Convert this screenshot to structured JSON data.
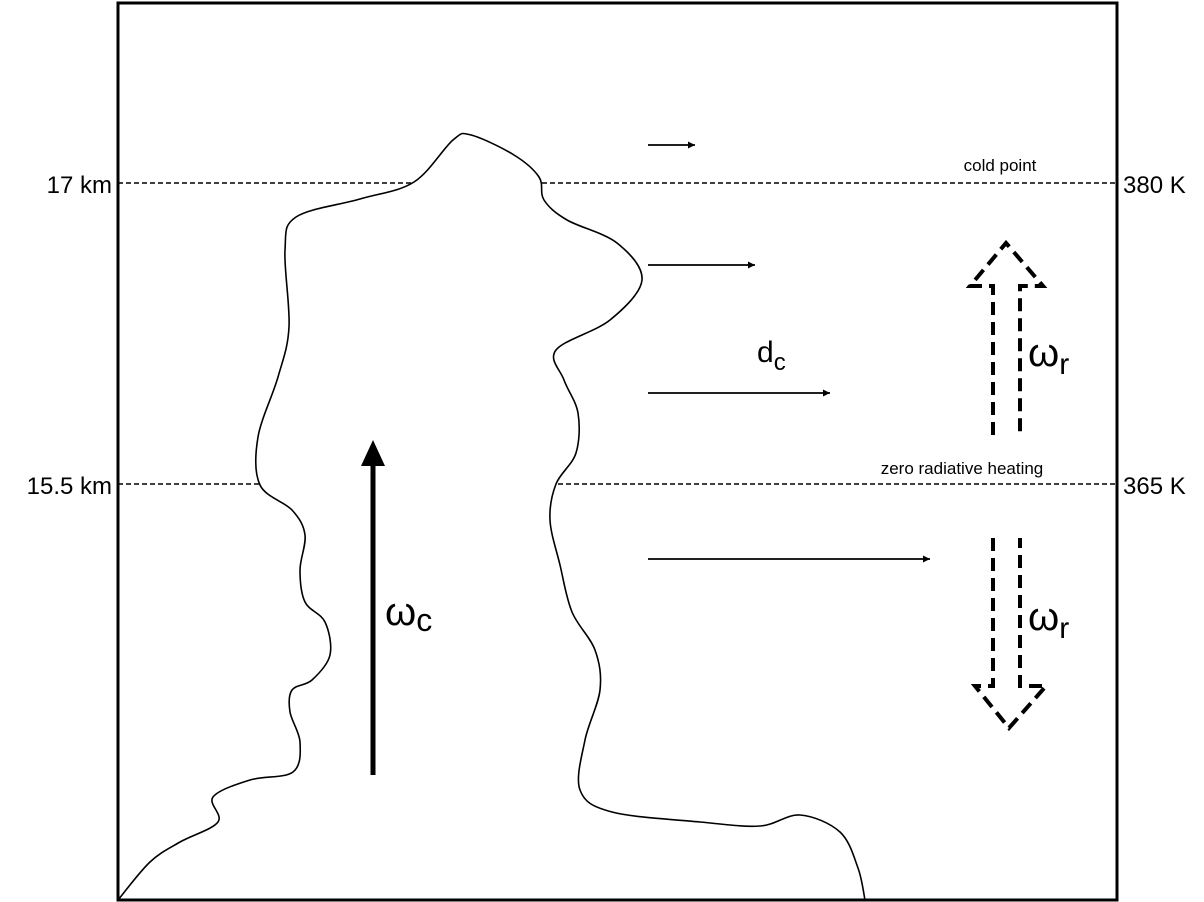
{
  "left_axis": {
    "upper": "17 km",
    "lower": "15.5 km"
  },
  "right_axis": {
    "upper": "380 K",
    "lower": "365 K"
  },
  "levels": {
    "upper": "cold point",
    "lower": "zero radiative heating"
  },
  "symbols": {
    "convective_omega": "ω",
    "convective_sub": "c",
    "detrainment": "d",
    "detrainment_sub": "c",
    "radiative_omega": "ω",
    "radiative_sub": "r"
  },
  "colors": {
    "ink": "#000000",
    "background": "#ffffff"
  }
}
